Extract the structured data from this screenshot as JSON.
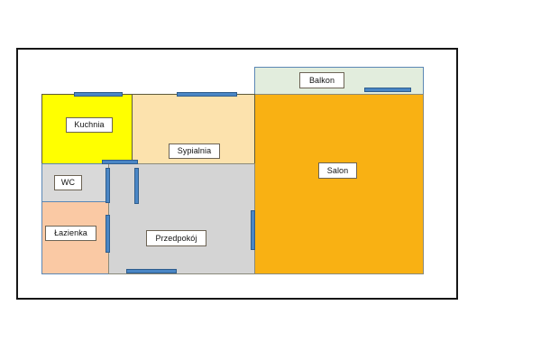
{
  "document": {
    "title": "Plan mieszkania",
    "kind": "floor-plan"
  },
  "palette": {
    "frame_border": "#161616",
    "kitchen": "#ffff00",
    "wc": "#d9d9d9",
    "bathroom": "#fac9a4",
    "hallway": "#d4d4d4",
    "bedroom": "#fce2ad",
    "living_room": "#f9b113",
    "balcony": "#e2eddd",
    "opening_blue": "#4a86c5",
    "label_background": "#ffffff",
    "label_border": "#6d6455",
    "page_background": "#ffffff"
  },
  "rooms": [
    {
      "id": "kuchnia",
      "label": "Kuchnia",
      "color": "#ffff00"
    },
    {
      "id": "wc",
      "label": "WC",
      "color": "#d9d9d9"
    },
    {
      "id": "lazienka",
      "label": "Łazienka",
      "color": "#fac9a4"
    },
    {
      "id": "przedpokoj",
      "label": "Przedpokój",
      "color": "#d4d4d4"
    },
    {
      "id": "sypialnia",
      "label": "Sypialnia",
      "color": "#fce2ad"
    },
    {
      "id": "salon",
      "label": "Salon",
      "color": "#f9b113"
    },
    {
      "id": "balkon",
      "label": "Balkon",
      "color": "#e2eddd"
    }
  ],
  "openings": {
    "kitchen_window_label": "window-kitchen-top",
    "bedroom_window_label": "window-bedroom-top",
    "balcony_window_label": "window-balcony",
    "hallway_door_bottom_label": "door-hallway-bottom",
    "kitchen_door_label": "door-kitchen",
    "wc_door_label": "door-wc",
    "bathroom_door_label": "door-bathroom",
    "bedroom_door_label": "door-bedroom",
    "salon_door_label": "door-salon"
  }
}
